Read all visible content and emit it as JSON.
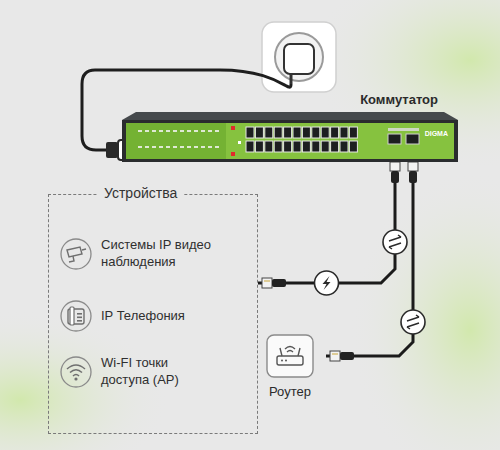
{
  "diagram": {
    "nodes": [
      {
        "text": [
          "Коммутатор",
          "DIGMA"
        ]
      },
      {
        "text": [
          "Устройства"
        ]
      },
      {
        "text": [
          "Системы IP видео наблюдения"
        ],
        "in": 1
      },
      {
        "text": [
          "IP Телефония"
        ],
        "in": 1
      },
      {
        "text": [
          "Wi-FI точки доступа (AP)"
        ],
        "in": 1
      },
      {
        "text": [
          "Роутер"
        ]
      }
    ],
    "edges": [
      {
        "from": 0,
        "to": 1,
        "arrow": "none"
      },
      {
        "from": 0,
        "to": 5,
        "arrow": "none"
      }
    ]
  }
}
